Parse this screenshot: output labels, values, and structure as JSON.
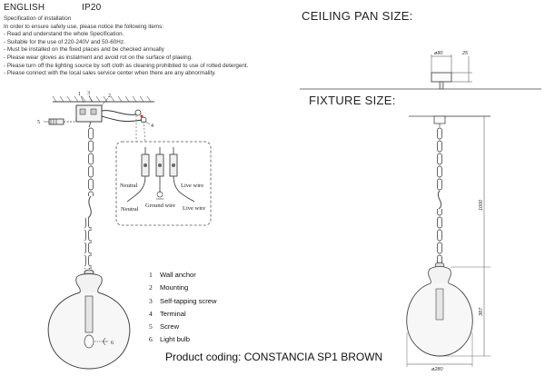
{
  "header": {
    "language": "ENGLISH",
    "ip_rating": "IP20"
  },
  "specification": {
    "title": "Specification of installation",
    "lines": [
      "In order to ensure safety use, please notice the following items:",
      "- Read and understand the whole Specification.",
      "- Suitable for the use of 220-240V and 50-60Hz.",
      "- Must be installed on the fixed places and be checked annually",
      "- Please wear gloves as instalment and avoid rot on the surface of plaeing.",
      "- Please turn off the lighting source by soft cloth as cleaning prohibited to use of rotted detergent.",
      "- Please connect with the local sales service center when there are any abnormality."
    ]
  },
  "ceiling_pan": {
    "title": "CEILING PAN SIZE:",
    "diameter_label": "ø80",
    "height_label": "25"
  },
  "fixture": {
    "title": "FIXTURE SIZE:",
    "total_height_label": "1000",
    "shade_height_label": "387",
    "shade_diameter_label": "ø280"
  },
  "diagram_callouts": {
    "c1": "1",
    "c2": "2",
    "c3": "3",
    "c4": "4",
    "c5": "5",
    "c6": "6"
  },
  "wiring": {
    "neutral_top": "Neutral",
    "live_top": "Live wire",
    "neutral_bottom": "Neutral",
    "ground": "Ground wire",
    "live_bottom": "Live wire"
  },
  "parts": [
    {
      "num": "1",
      "label": "Wall anchor"
    },
    {
      "num": "2",
      "label": "Mounting"
    },
    {
      "num": "3",
      "label": "Self-tapping screw"
    },
    {
      "num": "4",
      "label": "Terminal"
    },
    {
      "num": "5",
      "label": "Screw"
    },
    {
      "num": "6",
      "label": "Light bulb"
    }
  ],
  "product_coding": "Product coding: CONSTANCIA SP1 BROWN"
}
